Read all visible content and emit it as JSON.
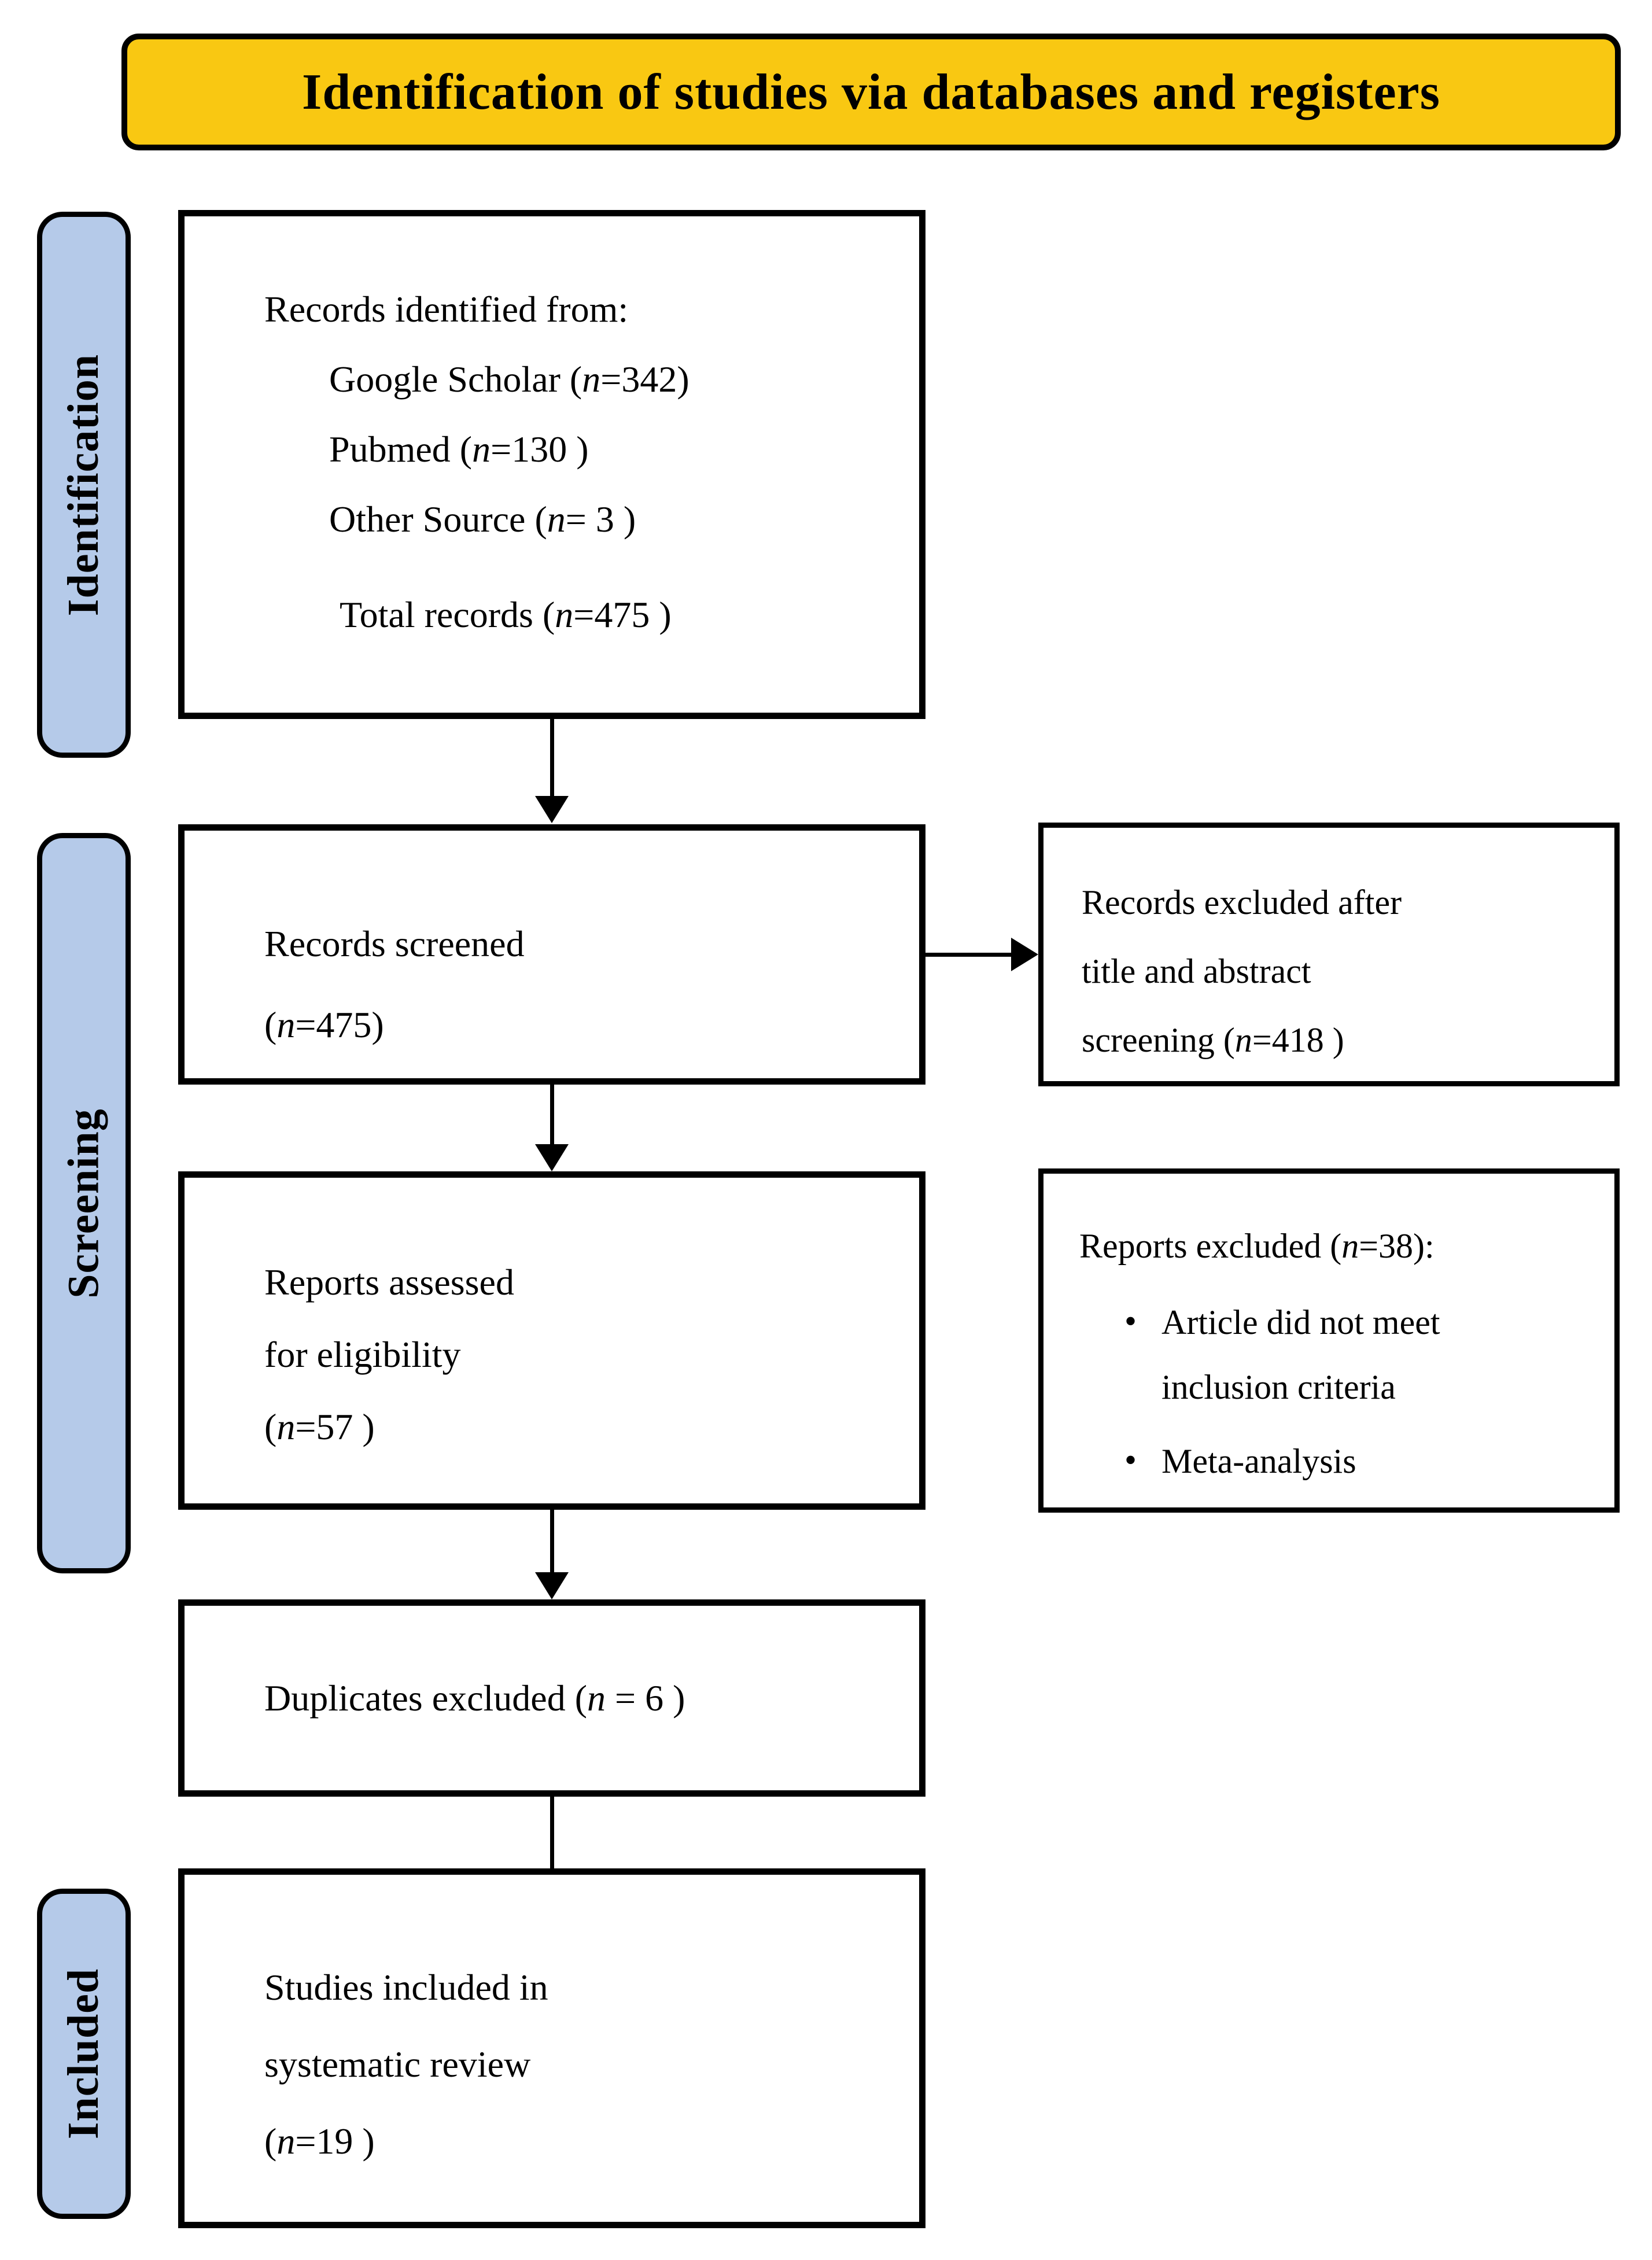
{
  "banner": {
    "title": "Identification of studies via databases and registers"
  },
  "sidebar": {
    "identification": "Identification",
    "screening": "Screening",
    "included": "Included"
  },
  "flow": {
    "identified": {
      "intro": "Records identified from:",
      "sources": [
        "Google Scholar (n=342)",
        "Pubmed (n=130 )",
        "Other Source (n= 3 )"
      ],
      "total": "Total records (n=475 )"
    },
    "screened": {
      "lines": [
        "Records screened",
        "(n=475)"
      ]
    },
    "assessed": {
      "lines": [
        "Reports assessed",
        "for eligibility",
        "(n=57 )"
      ]
    },
    "duplicates": {
      "text": "Duplicates excluded (n = 6 )"
    },
    "included_studies": {
      "lines": [
        "Studies included in",
        "systematic review",
        "(n=19 )"
      ]
    }
  },
  "exclusions": {
    "title_abstract": {
      "lines": [
        "Records excluded after",
        "title and abstract",
        "screening (n=418 )"
      ]
    },
    "reports": {
      "heading": "Reports excluded (n=38):",
      "bullets": [
        "Article did not meet inclusion criteria",
        "Meta-analysis"
      ]
    }
  },
  "colors": {
    "banner_bg": "#F9C812",
    "stage_bg": "#B5CAE9",
    "line": "#000000"
  }
}
